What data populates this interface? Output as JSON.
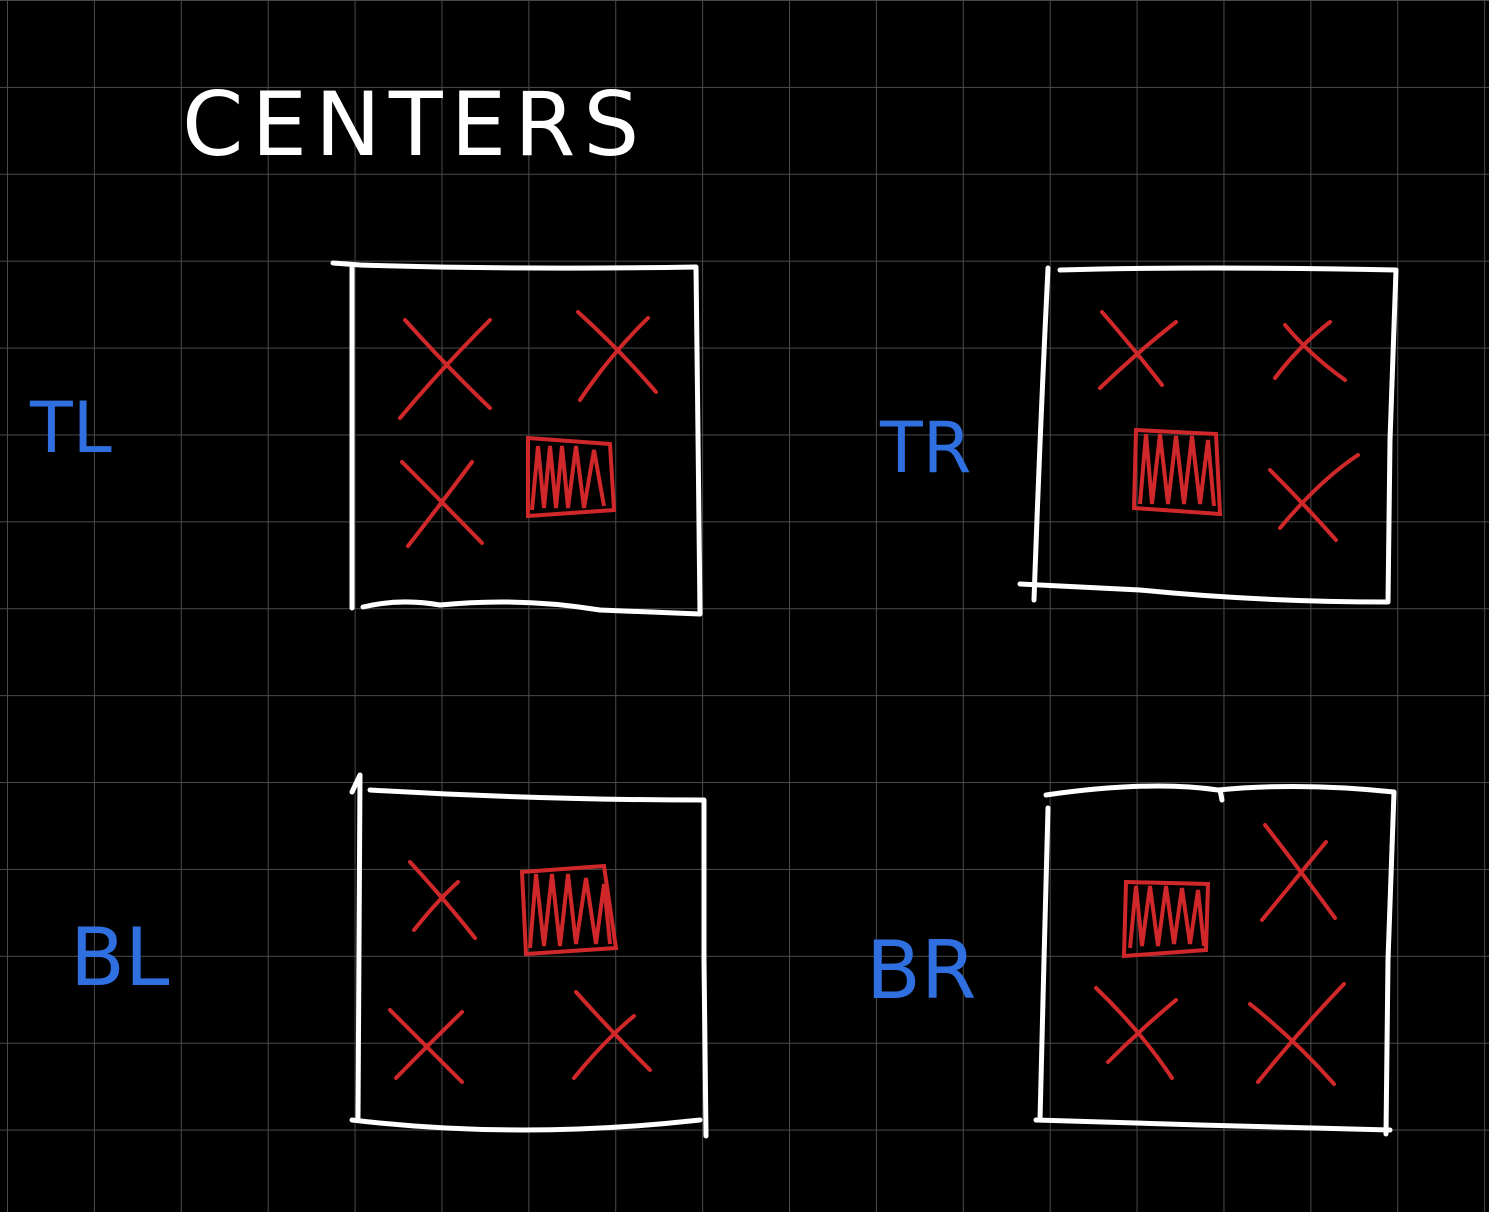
{
  "title": "CENTERS",
  "colors": {
    "background": "#000000",
    "grid": "#4a4a4a",
    "frame": "#ffffff",
    "marks": "#d0282a",
    "labels": "#2f6fe0",
    "title": "#ffffff"
  },
  "quadrants": [
    {
      "key": "tl",
      "label": "TL",
      "filled_cell": "bottom-right",
      "crossed_cells": [
        "top-left",
        "top-right",
        "bottom-left"
      ]
    },
    {
      "key": "tr",
      "label": "TR",
      "filled_cell": "bottom-left",
      "crossed_cells": [
        "top-left",
        "top-right",
        "bottom-right"
      ]
    },
    {
      "key": "bl",
      "label": "BL",
      "filled_cell": "top-right",
      "crossed_cells": [
        "top-left",
        "bottom-left",
        "bottom-right"
      ]
    },
    {
      "key": "br",
      "label": "BR",
      "filled_cell": "top-left",
      "crossed_cells": [
        "top-right",
        "bottom-left",
        "bottom-right"
      ]
    }
  ]
}
